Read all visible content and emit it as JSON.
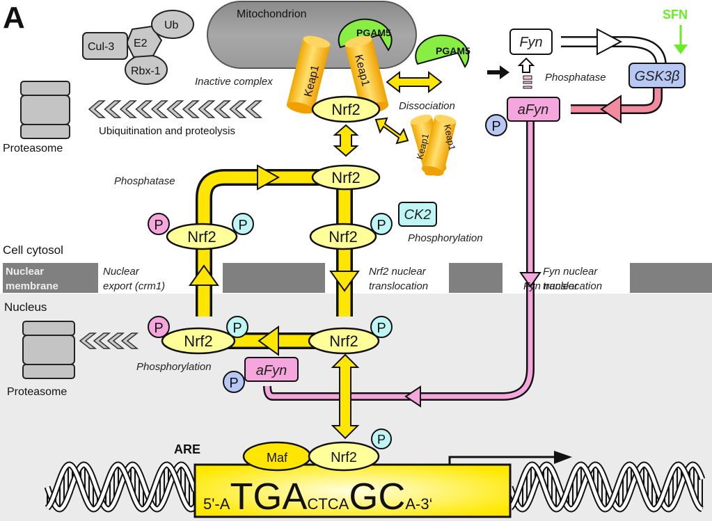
{
  "panel_label": "A",
  "regions": {
    "cytosol": "Cell cytosol",
    "membrane_line1": "Nuclear",
    "membrane_line2": "membrane",
    "nucleus": "Nucleus"
  },
  "ubiquitin_ligase": {
    "cul3": "Cul-3",
    "e2": "E2",
    "ub": "Ub",
    "rbx1": "Rbx-1"
  },
  "mitochondrion": "Mitochondrion",
  "pgam5": "PGAM5",
  "keap1": "Keap1",
  "nrf2": "Nrf2",
  "maf": "Maf",
  "p": "P",
  "proteasome": "Proteasome",
  "fyn": "Fyn",
  "afyn": "aFyn",
  "gsk3b": "GSK3β",
  "ck2": "CK2",
  "sfn": "SFN",
  "are": "ARE",
  "labels": {
    "inactive_complex": "Inactive complex",
    "ubiquitination": "Ubiquitination and proteolysis",
    "dissociation": "Dissociation",
    "phosphatase": "Phosphatase",
    "phosphorylation": "Phosphorylation",
    "nuclear_export_1": "Nuclear",
    "nuclear_export_2": "export (crm1)",
    "nrf2_transloc_1": "Nrf2 nuclear",
    "nrf2_transloc_2": "translocation",
    "fyn_transloc_1": "Fyn nuclear",
    "fyn_transloc_2": "translocation"
  },
  "sequence": {
    "prefix": "5'-A",
    "tga": "TGA",
    "mid": "CTCA",
    "gc": "GC",
    "suffix": "A-3‘"
  },
  "colors": {
    "nrf2_fill": "#ffff99",
    "pathway_yellow": "#ffe600",
    "keap1_orange": "#f5b400",
    "pgam5_green": "#88ee44",
    "afyn_pink": "#f5a6dc",
    "gsk_blue": "#b8c8f5",
    "ck2_cyan": "#bff5f5",
    "sfn_green": "#66ee22",
    "membrane_gray": "#808080",
    "nucleus_bg": "#ebebeb"
  }
}
